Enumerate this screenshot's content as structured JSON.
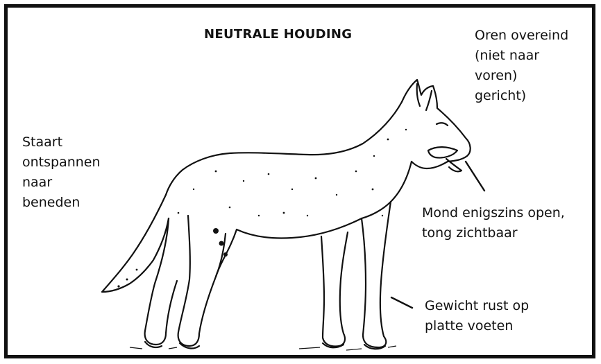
{
  "title": "NEUTRALE HOUDING",
  "annotations": {
    "ears": [
      "Oren overeind",
      "(niet naar",
      "voren)",
      "gericht)"
    ],
    "tail": [
      "Staart",
      "ontspannen",
      "naar",
      "beneden"
    ],
    "mouth": [
      "Mond enigszins open,",
      "tong zichtbaar"
    ],
    "weight": [
      "Gewicht rust op",
      "platte voeten"
    ]
  },
  "illustration": {
    "subject": "dog-standing-neutral",
    "stroke_color": "#111111"
  }
}
